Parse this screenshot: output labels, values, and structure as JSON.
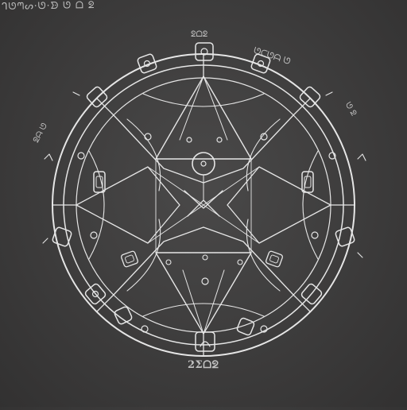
{
  "diagram": {
    "top_scribble": "ᒉᘎᘉᔕ·ᘎ·ᗦ ᘎ ᗝ ᘖ",
    "bottom_label": "2Ʃᗝᘖ",
    "top_center_label": "ᘖᗝᘖ",
    "right_label": "ᘎᑕᘎᗩ ᘎ",
    "left_label": "ᘖᗩ ᘎ",
    "right_side_label": "ᘎ ᘖ",
    "colors": {
      "background": "#3d3c3c",
      "linework": "#e6e6e6"
    }
  }
}
